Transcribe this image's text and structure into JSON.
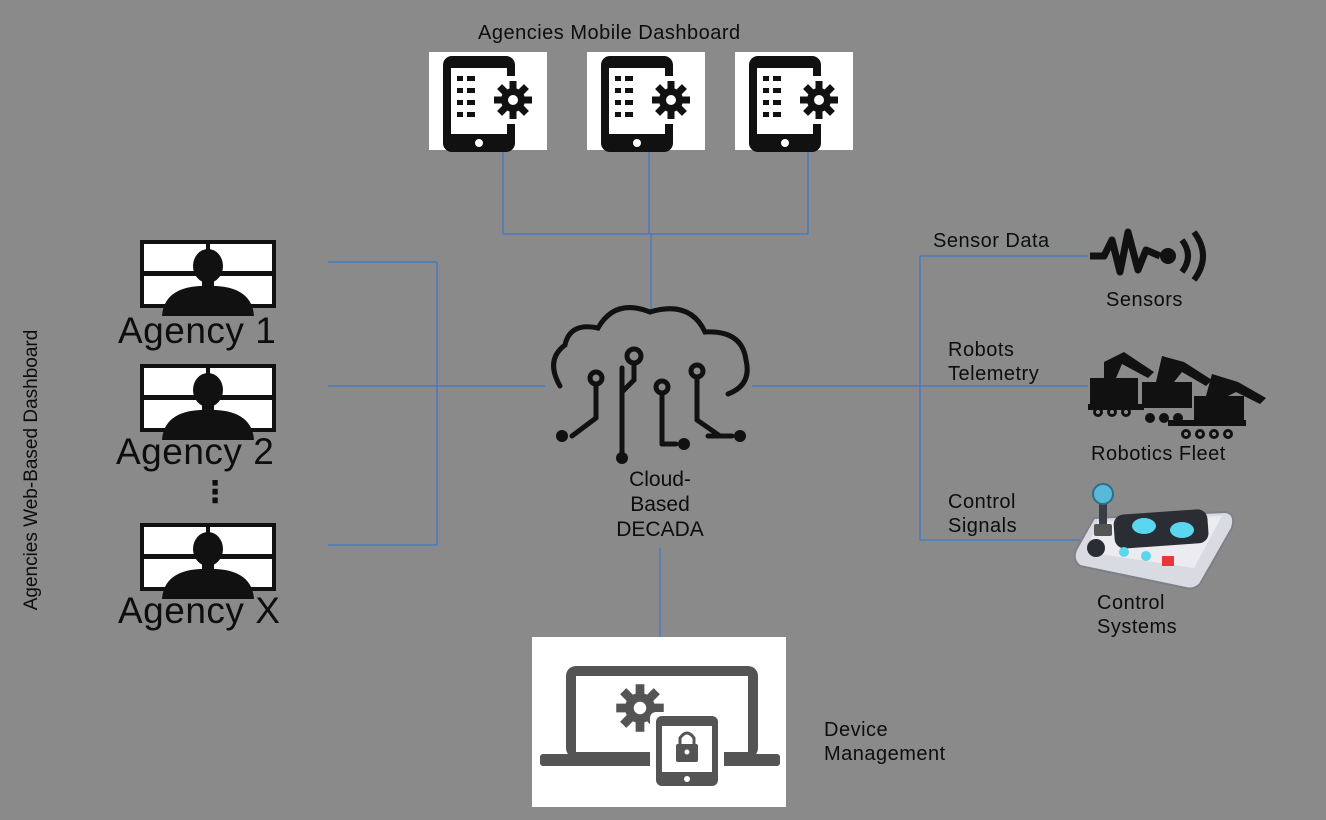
{
  "mobile_dashboard": {
    "title": "Agencies Mobile Dashboard"
  },
  "web_dashboard": {
    "side_label": "Agencies Web-Based Dashboard"
  },
  "agencies": [
    {
      "label": "Agency 1"
    },
    {
      "label": "Agency 2"
    },
    {
      "label": "Agency X"
    }
  ],
  "ellipsis": "⋮",
  "cloud": {
    "line1": "Cloud-",
    "line2": "Based",
    "line3": "DECADA"
  },
  "edges": {
    "sensor_data": "Sensor Data",
    "robots_telemetry_1": "Robots",
    "robots_telemetry_2": "Telemetry",
    "control_signals_1": "Control",
    "control_signals_2": "Signals"
  },
  "nodes": {
    "sensors": "Sensors",
    "robotics_fleet": "Robotics Fleet",
    "control_systems_1": "Control",
    "control_systems_2": "Systems",
    "device_management_1": "Device",
    "device_management_2": "Management"
  },
  "icons": {
    "phones": [
      "mobile-settings-icon",
      "mobile-settings-icon",
      "mobile-settings-icon"
    ],
    "agency": "user-monitor-icon",
    "cloud": "cloud-circuit-icon",
    "sensor": "signal-wave-icon",
    "robot": "robot-arm-icon",
    "control": "joystick-panel-icon",
    "device": "laptop-lock-settings-icon"
  },
  "colors": {
    "background": "#8a8a8a",
    "connector": "#3c78c8",
    "icon": "#111111",
    "panel": "#ffffff",
    "accent": "#5ad6ee"
  }
}
